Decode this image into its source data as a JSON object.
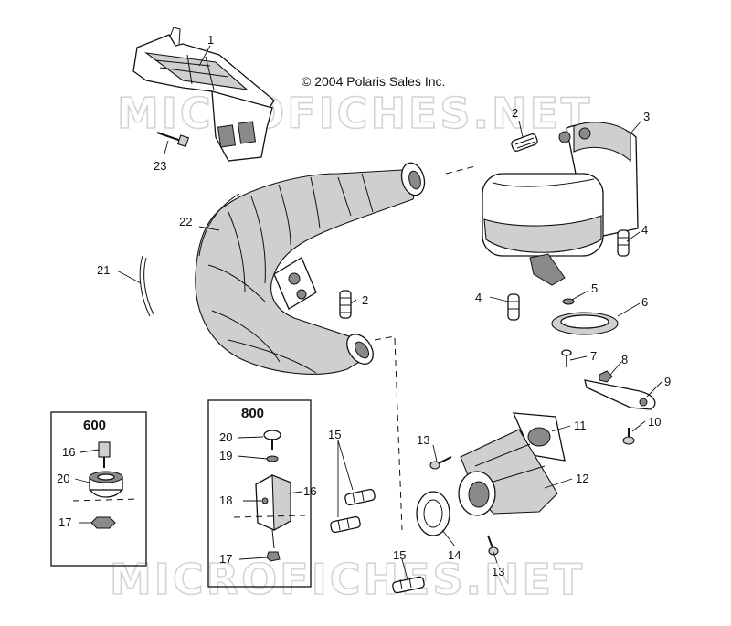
{
  "copyright": "© 2004 Polaris Sales Inc.",
  "watermark": "MICROFICHES.NET",
  "boxes": {
    "box600": {
      "title": "600"
    },
    "box800": {
      "title": "800"
    }
  },
  "callouts": {
    "c1": "1",
    "c2a": "2",
    "c2b": "2",
    "c3": "3",
    "c4a": "4",
    "c4b": "4",
    "c5": "5",
    "c6": "6",
    "c7": "7",
    "c8": "8",
    "c9": "9",
    "c10": "10",
    "c11": "11",
    "c12": "12",
    "c13a": "13",
    "c13b": "13",
    "c14": "14",
    "c15a": "15",
    "c15b": "15",
    "c16a": "16",
    "c16b": "16",
    "c17a": "17",
    "c17b": "17",
    "c18": "18",
    "c19": "19",
    "c20a": "20",
    "c20b": "20",
    "c21": "21",
    "c22": "22",
    "c23": "23"
  }
}
